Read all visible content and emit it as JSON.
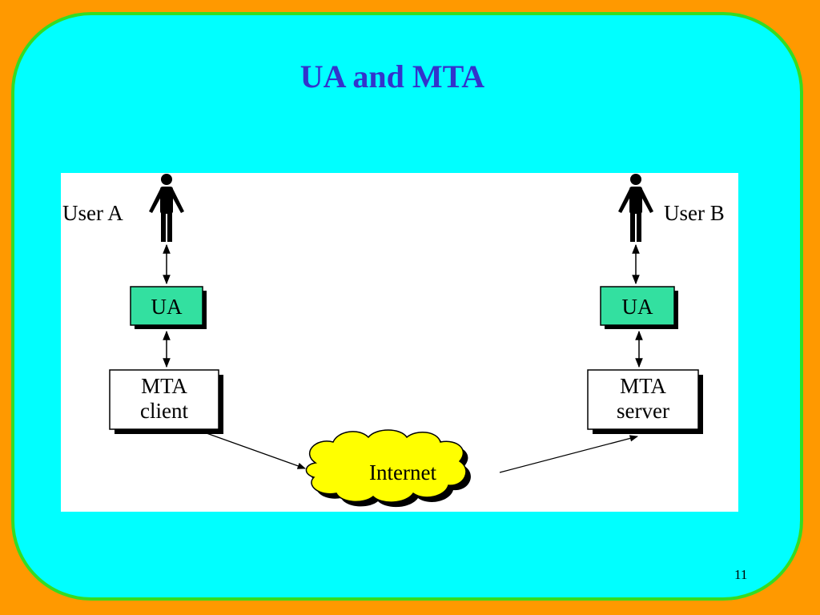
{
  "slide": {
    "title": "UA and MTA",
    "page_number": "11"
  },
  "diagram": {
    "user_a_label": "User A",
    "user_b_label": "User B",
    "left_ua_label": "UA",
    "right_ua_label": "UA",
    "mta_client_line1": "MTA",
    "mta_client_line2": "client",
    "mta_server_line1": "MTA",
    "mta_server_line2": "server",
    "internet_label": "Internet"
  },
  "colors": {
    "background": "#ff9900",
    "slide": "#00ffff",
    "slide_border": "#33dd22",
    "title": "#3333cc",
    "ua_box": "#33e0a0",
    "cloud": "#ffff00"
  }
}
